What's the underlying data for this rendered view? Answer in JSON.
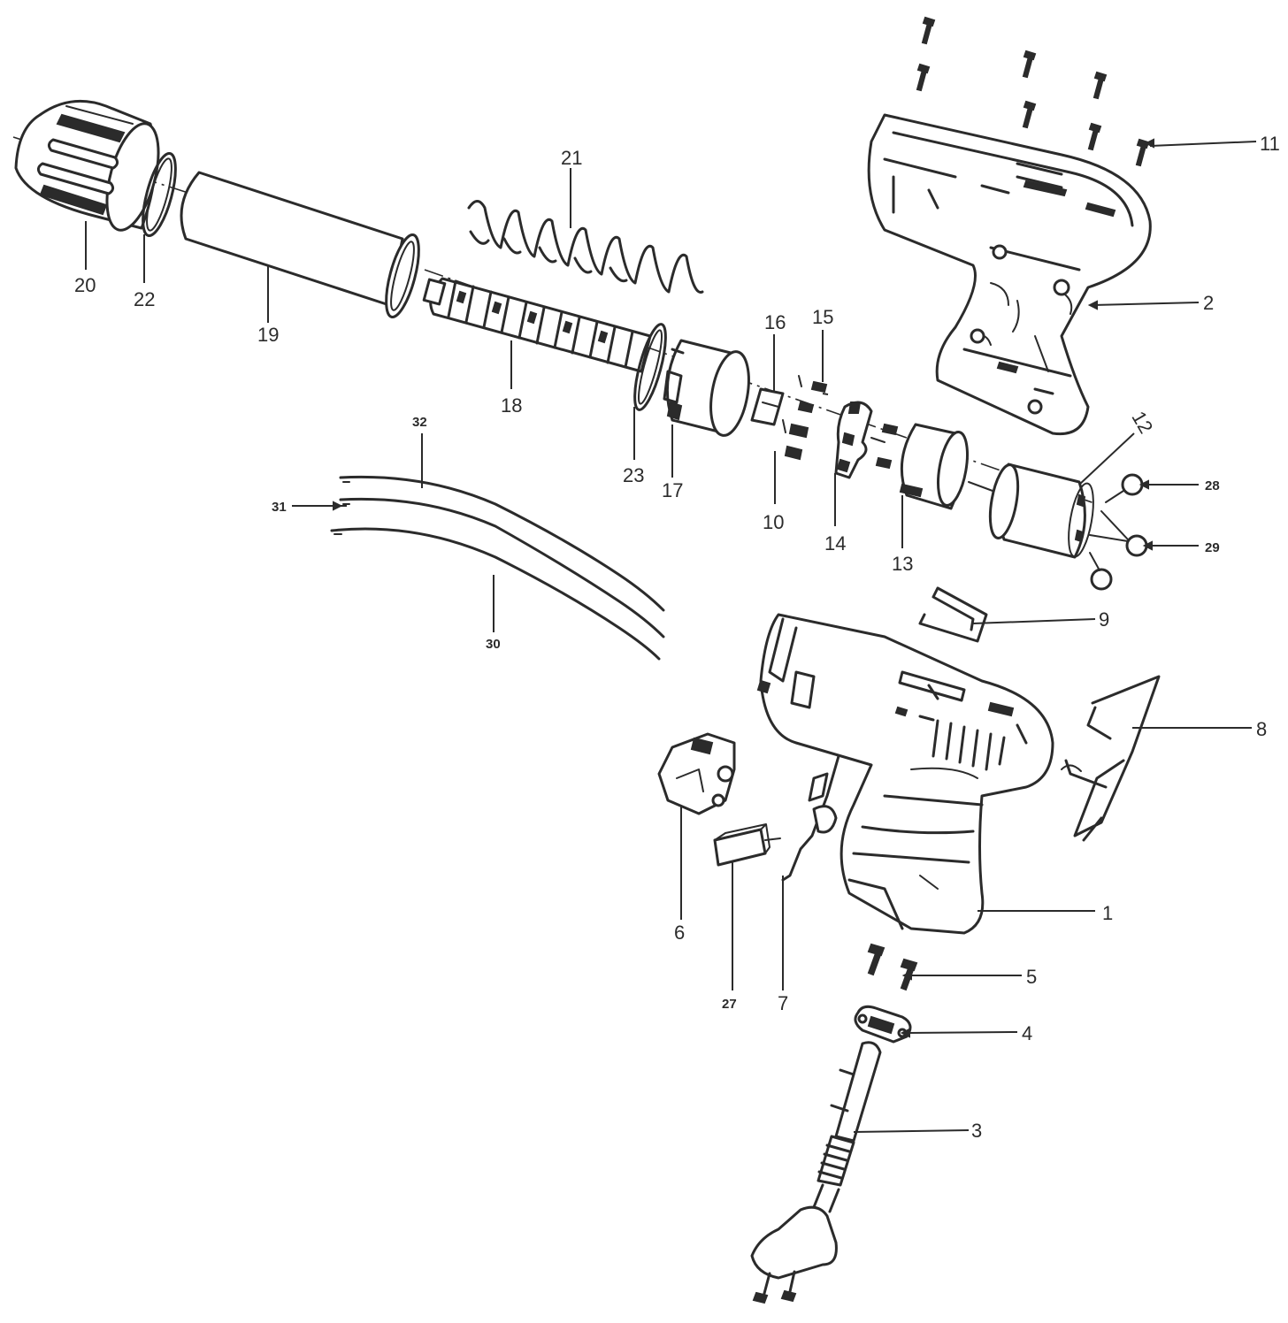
{
  "diagram": {
    "part_numbers": {
      "p1": "1",
      "p2": "2",
      "p3": "3",
      "p4": "4",
      "p5": "5",
      "p6": "6",
      "p7": "7",
      "p8": "8",
      "p9": "9",
      "p10": "10",
      "p11": "11",
      "p12": "12",
      "p13": "13",
      "p14": "14",
      "p15": "15",
      "p16": "16",
      "p17": "17",
      "p18": "18",
      "p19": "19",
      "p20": "20",
      "p21": "21",
      "p22": "22",
      "p23": "23",
      "p27": "27",
      "p28": "28",
      "p29": "29",
      "p30": "30",
      "p31": "31",
      "p32": "32"
    },
    "colors": {
      "line": "#2b2b2b",
      "background": "#ffffff"
    }
  }
}
